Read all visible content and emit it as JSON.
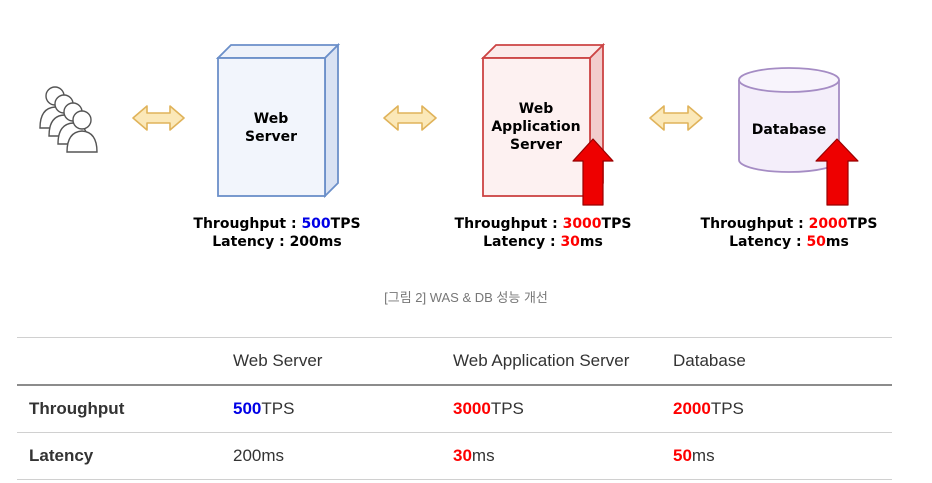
{
  "diagram": {
    "web_server": {
      "label_line1": "Web",
      "label_line2": "Server",
      "throughput_prefix": "Throughput : ",
      "throughput_value": "500",
      "throughput_unit": "TPS",
      "latency_prefix": "Latency : ",
      "latency_value": "200ms",
      "value_color": "#0000e6"
    },
    "was": {
      "label_line1": "Web",
      "label_line2": "Application",
      "label_line3": "Server",
      "throughput_prefix": "Throughput : ",
      "throughput_value": "3000",
      "throughput_unit": "TPS",
      "latency_prefix": "Latency : ",
      "latency_value": "30",
      "latency_unit": "ms",
      "value_color": "#ff0000"
    },
    "database": {
      "label": "Database",
      "throughput_prefix": "Throughput : ",
      "throughput_value": "2000",
      "throughput_unit": "TPS",
      "latency_prefix": "Latency : ",
      "latency_value": "50",
      "latency_unit": "ms",
      "value_color": "#ff0000"
    },
    "colors": {
      "web_server_outline": "#6b8fc9",
      "was_outline": "#cc4444",
      "database_outline": "#a58cc4",
      "arrow_fill": "#fbe8b8",
      "arrow_stroke": "#e0b35a",
      "up_arrow": "#ee0000"
    }
  },
  "caption": "[그림 2] WAS & DB 성능 개선",
  "table": {
    "headers": [
      "",
      "Web Server",
      "Web Application Server",
      "Database"
    ],
    "rows": [
      {
        "label": "Throughput",
        "cells": [
          {
            "value": "500",
            "unit": "TPS"
          },
          {
            "value": "3000",
            "unit": "TPS"
          },
          {
            "value": "2000",
            "unit": "TPS"
          }
        ]
      },
      {
        "label": "Latency",
        "cells": [
          {
            "value": "",
            "unit": "200ms"
          },
          {
            "value": "30",
            "unit": "ms"
          },
          {
            "value": "50",
            "unit": "ms"
          }
        ]
      }
    ]
  }
}
